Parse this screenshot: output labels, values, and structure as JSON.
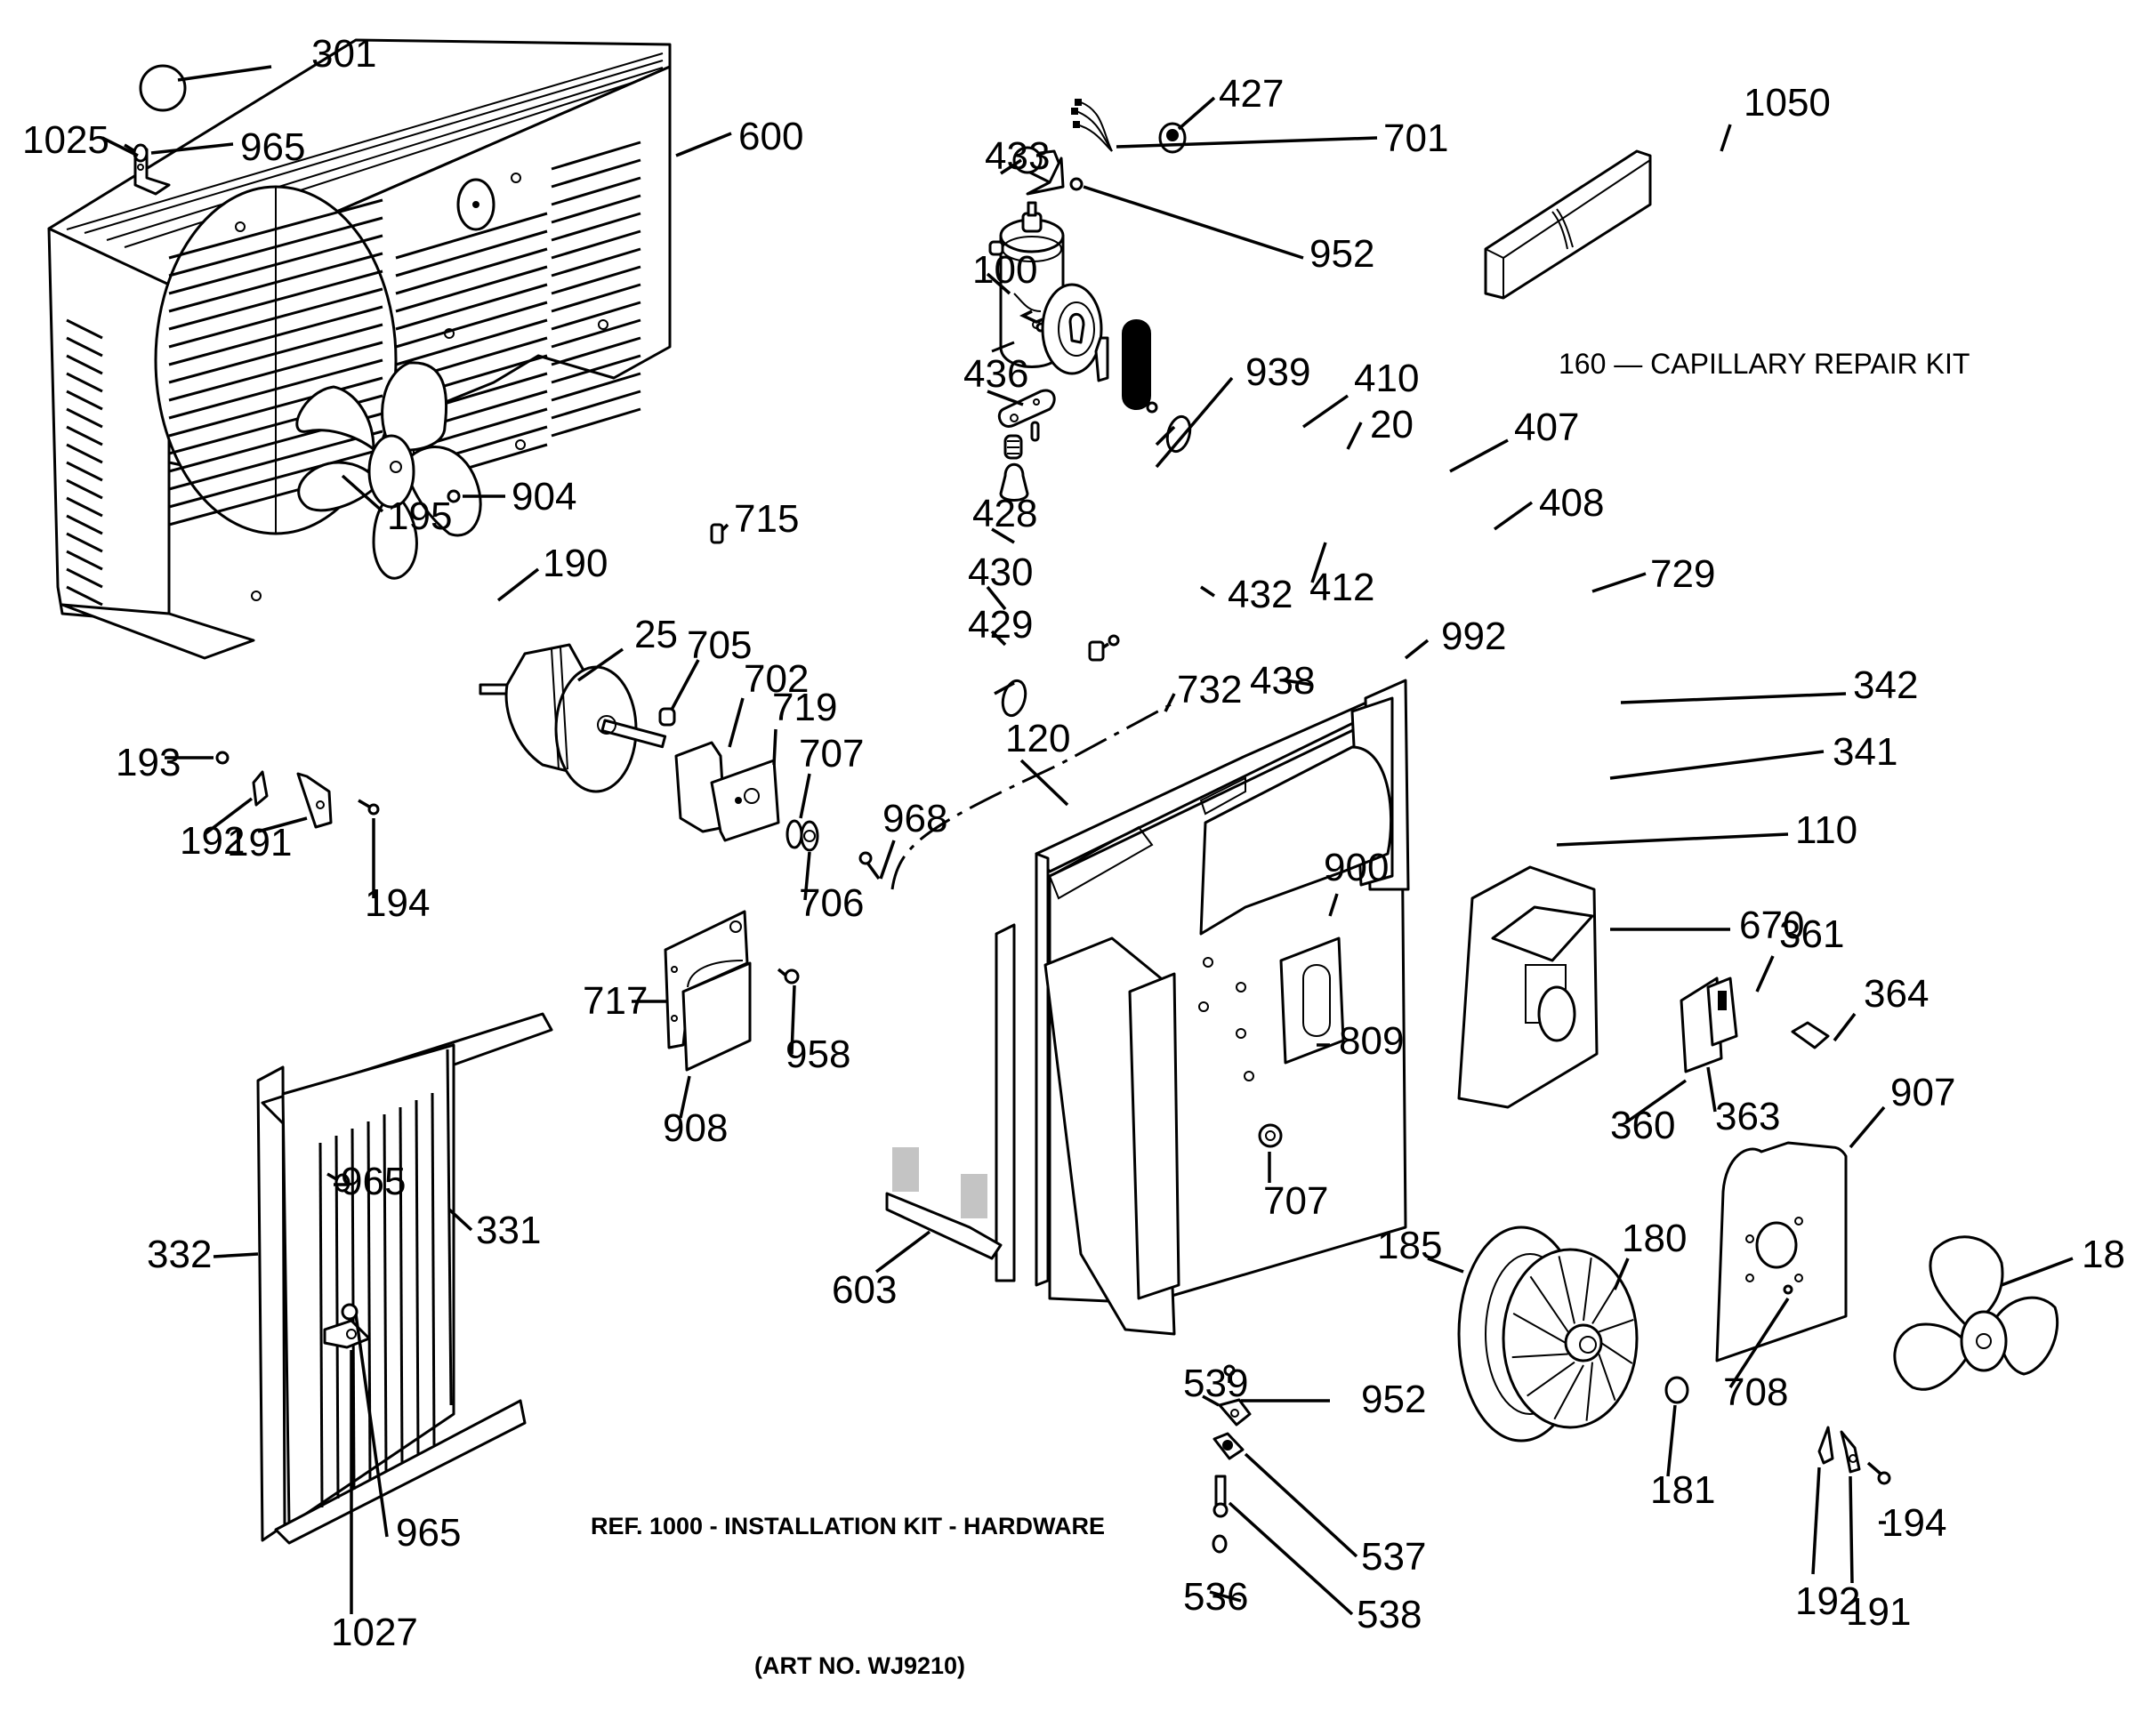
{
  "diagram": {
    "title": "Room Air Conditioner Exploded Parts Diagram",
    "notes": {
      "capillary_kit": "160 — CAPILLARY REPAIR KIT",
      "installation_kit": "REF. 1000 - INSTALLATION KIT - HARDWARE",
      "art_number": "(ART NO. WJ9210)"
    },
    "colors": {
      "ink": "#000000",
      "paper": "#ffffff"
    },
    "callouts": [
      {
        "id": "301",
        "part": "plug button"
      },
      {
        "id": "1025",
        "part": "bracket"
      },
      {
        "id": "965",
        "part": "screw (top)"
      },
      {
        "id": "600",
        "part": "outer case"
      },
      {
        "id": "195",
        "part": "shroud"
      },
      {
        "id": "904",
        "part": "nut"
      },
      {
        "id": "715",
        "part": "clip"
      },
      {
        "id": "190",
        "part": "condenser fan blade"
      },
      {
        "id": "25",
        "part": "fan motor"
      },
      {
        "id": "705",
        "part": "spacer"
      },
      {
        "id": "702",
        "part": "switch"
      },
      {
        "id": "719",
        "part": "switch bracket"
      },
      {
        "id": "707",
        "part": "washer (switch)"
      },
      {
        "id": "706",
        "part": "nut (switch)"
      },
      {
        "id": "193",
        "part": "nut"
      },
      {
        "id": "192",
        "part": "clip (left)"
      },
      {
        "id": "191",
        "part": "bracket (left)"
      },
      {
        "id": "194",
        "part": "screw (left)"
      },
      {
        "id": "968",
        "part": "screw"
      },
      {
        "id": "717",
        "part": "control panel"
      },
      {
        "id": "908",
        "part": "insulation"
      },
      {
        "id": "958",
        "part": "screw"
      },
      {
        "id": "332",
        "part": "side curtain frame"
      },
      {
        "id": "331",
        "part": "side curtain"
      },
      {
        "id": "965",
        "part": "screw (curtain)"
      },
      {
        "id": "965",
        "part": "screw (bottom)"
      },
      {
        "id": "1027",
        "part": "bracket"
      },
      {
        "id": "427",
        "part": "grommet"
      },
      {
        "id": "701",
        "part": "wire harness"
      },
      {
        "id": "433",
        "part": "compressor bracket"
      },
      {
        "id": "952",
        "part": "screw (top)"
      },
      {
        "id": "100",
        "part": "compressor"
      },
      {
        "id": "436",
        "part": "clip"
      },
      {
        "id": "939",
        "part": "screw"
      },
      {
        "id": "410",
        "part": "terminal cover"
      },
      {
        "id": "20",
        "part": "overload"
      },
      {
        "id": "407",
        "part": "sound blanket"
      },
      {
        "id": "408",
        "part": "nut"
      },
      {
        "id": "428",
        "part": "mounting plate"
      },
      {
        "id": "412",
        "part": "clip"
      },
      {
        "id": "430",
        "part": "spring"
      },
      {
        "id": "432",
        "part": "pin"
      },
      {
        "id": "429",
        "part": "grommet"
      },
      {
        "id": "729",
        "part": "tie strap"
      },
      {
        "id": "992",
        "part": "screw"
      },
      {
        "id": "438",
        "part": "clip"
      },
      {
        "id": "732",
        "part": "tie strap"
      },
      {
        "id": "1050",
        "part": "capillary tube"
      },
      {
        "id": "342",
        "part": "side panel"
      },
      {
        "id": "341",
        "part": "side panel"
      },
      {
        "id": "110",
        "part": "base pan assembly"
      },
      {
        "id": "120",
        "part": "evaporator"
      },
      {
        "id": "900",
        "part": "bracket"
      },
      {
        "id": "670",
        "part": "control box"
      },
      {
        "id": "361",
        "part": "switch"
      },
      {
        "id": "364",
        "part": "knob"
      },
      {
        "id": "809",
        "part": "capacitor clamp"
      },
      {
        "id": "360",
        "part": "bracket"
      },
      {
        "id": "363",
        "part": "switch"
      },
      {
        "id": "907",
        "part": "orifice panel"
      },
      {
        "id": "707",
        "part": "washer (base)"
      },
      {
        "id": "603",
        "part": "front support"
      },
      {
        "id": "185",
        "part": "blower scroll"
      },
      {
        "id": "180",
        "part": "blower wheel"
      },
      {
        "id": "708",
        "part": "nut"
      },
      {
        "id": "18",
        "part": "fan blade"
      },
      {
        "id": "952",
        "part": "screw (bottom)"
      },
      {
        "id": "539",
        "part": "plate"
      },
      {
        "id": "537",
        "part": "plate"
      },
      {
        "id": "538",
        "part": "bolt"
      },
      {
        "id": "536",
        "part": "nut"
      },
      {
        "id": "181",
        "part": "clamp"
      },
      {
        "id": "192",
        "part": "clip (right)"
      },
      {
        "id": "191",
        "part": "bracket (right)"
      },
      {
        "id": "194",
        "part": "screw (right)"
      }
    ]
  }
}
